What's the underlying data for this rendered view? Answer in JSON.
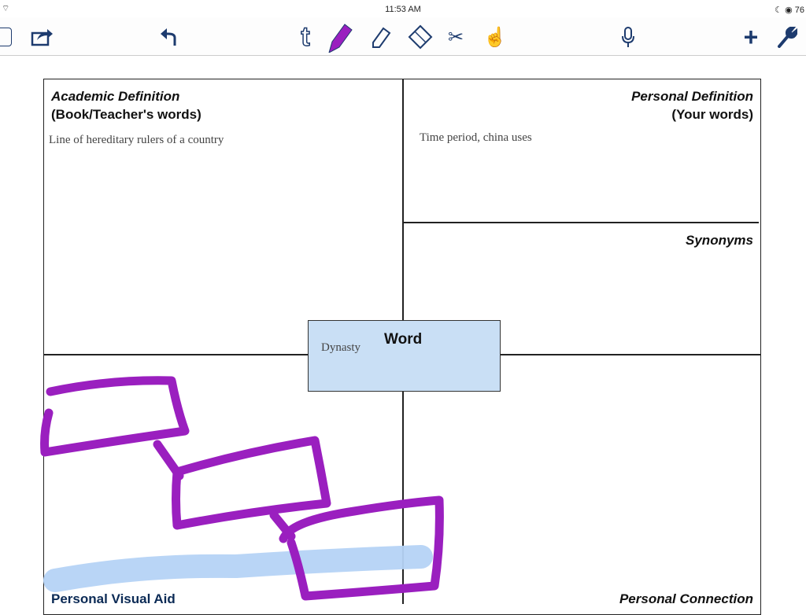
{
  "status": {
    "time": "11:53 AM",
    "battery": "76"
  },
  "toolbar": {
    "tools": [
      "pages",
      "share",
      "undo",
      "text",
      "pen",
      "highlighter",
      "eraser",
      "scissors",
      "pointer",
      "microphone",
      "add",
      "settings"
    ],
    "active_tool": "pen",
    "text_tool_label": "t"
  },
  "worksheet": {
    "academic": {
      "title": "Academic Definition",
      "subtitle": "(Book/Teacher's words)",
      "answer": "Line of hereditary rulers of a country"
    },
    "personal": {
      "title": "Personal Definition",
      "subtitle": "(Your words)",
      "answer": "Time period, china uses"
    },
    "synonyms": {
      "title": "Synonyms"
    },
    "word": {
      "title": "Word",
      "answer": "Dynasty"
    },
    "visual": {
      "title": "Personal Visual Aid"
    },
    "connection": {
      "title": "Personal Connection"
    }
  },
  "colors": {
    "pen": "#9a1fbf",
    "highlighter": "#b5d3f5",
    "word_box": "#c9dff5"
  }
}
